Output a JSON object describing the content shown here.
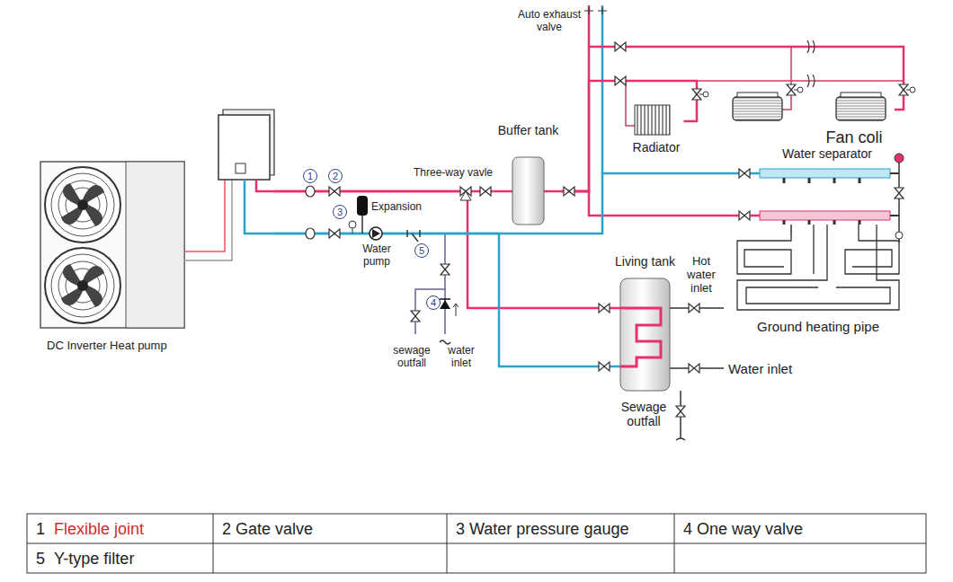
{
  "diagram": {
    "nodes": [
      {
        "text": [
          "DC Inverter Heat pump"
        ]
      },
      {
        "text": [
          "Buffer tank"
        ]
      },
      {
        "text": [
          "Radiator"
        ]
      },
      {
        "text": [
          "Fan coli"
        ]
      },
      {
        "text": [
          "Water separator"
        ]
      },
      {
        "text": [
          "Ground heating pipe"
        ]
      },
      {
        "text": [
          "Living tank"
        ]
      }
    ],
    "edges": [
      {
        "from": 0,
        "to": 1,
        "arrow": "none"
      },
      {
        "from": 0,
        "to": 6,
        "arrow": "none"
      },
      {
        "from": 6,
        "to": 0,
        "arrow": "none"
      },
      {
        "from": 1,
        "to": 2,
        "arrow": "none"
      },
      {
        "from": 1,
        "to": 3,
        "arrow": "none"
      },
      {
        "from": 1,
        "to": 4,
        "arrow": "none"
      },
      {
        "from": 4,
        "to": 0,
        "arrow": "none"
      },
      {
        "from": 4,
        "to": 5,
        "arrow": "none"
      }
    ],
    "labels": [
      "Auto exhaust valve",
      "Three-way vavle",
      "Expansion",
      "Water pump",
      "1",
      "2",
      "3",
      "4",
      "5",
      "sewage outfall",
      "water inlet",
      "Hot water inlet",
      "Water inlet",
      "Sewage outfall",
      "1",
      "Flexible joint",
      "2 Gate valve",
      "3 Water pressure gauge",
      "4 One way valve",
      "5",
      "Y-type filter"
    ]
  }
}
